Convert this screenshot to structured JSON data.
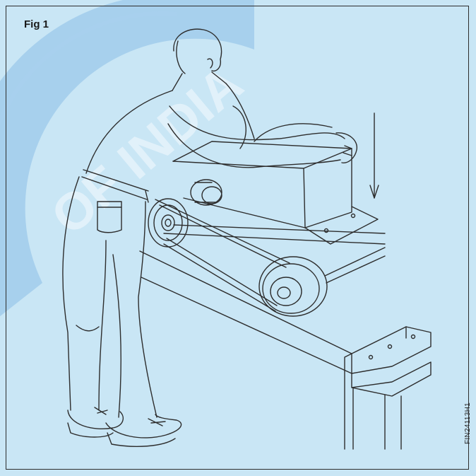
{
  "figure": {
    "label": "Fig 1",
    "code": "FIN24113H1"
  },
  "watermark": {
    "text": "OF INDIA"
  },
  "colors": {
    "background": "#c9e6f5",
    "line": "#2d2d2d",
    "watermark": "#7fb3df"
  },
  "icons": {
    "arrow": "down-arrow-icon"
  }
}
